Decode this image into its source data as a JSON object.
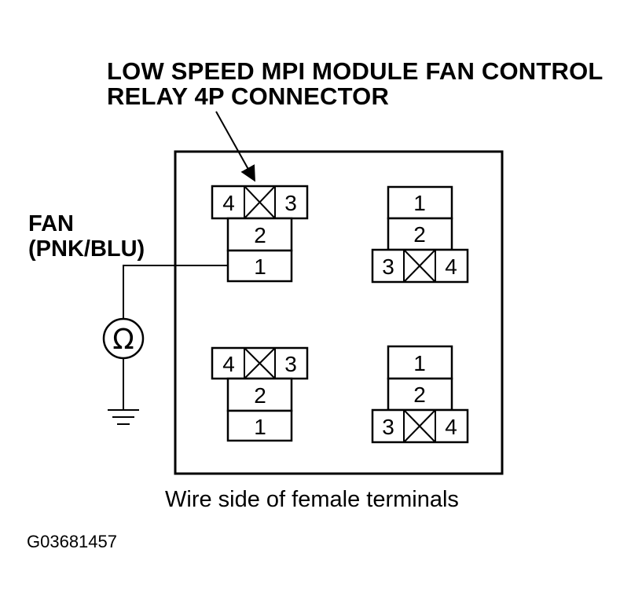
{
  "diagram": {
    "title_line1": "LOW SPEED MPI MODULE FAN CONTROL",
    "title_line2": "RELAY 4P CONNECTOR",
    "wire_label_line1": "FAN",
    "wire_label_line2": "(PNK/BLU)",
    "caption": "Wire side of female terminals",
    "figure_code": "G03681457",
    "meter_symbol": "Ω",
    "connectors": [
      {
        "top_left": "4",
        "top_right": "3",
        "middle": "2",
        "bottom": "1"
      },
      {
        "top": "1",
        "middle": "2",
        "bottom_left": "3",
        "bottom_right": "4"
      },
      {
        "top_left": "4",
        "top_right": "3",
        "middle": "2",
        "bottom": "1"
      },
      {
        "top": "1",
        "middle": "2",
        "bottom_left": "3",
        "bottom_right": "4"
      }
    ]
  }
}
